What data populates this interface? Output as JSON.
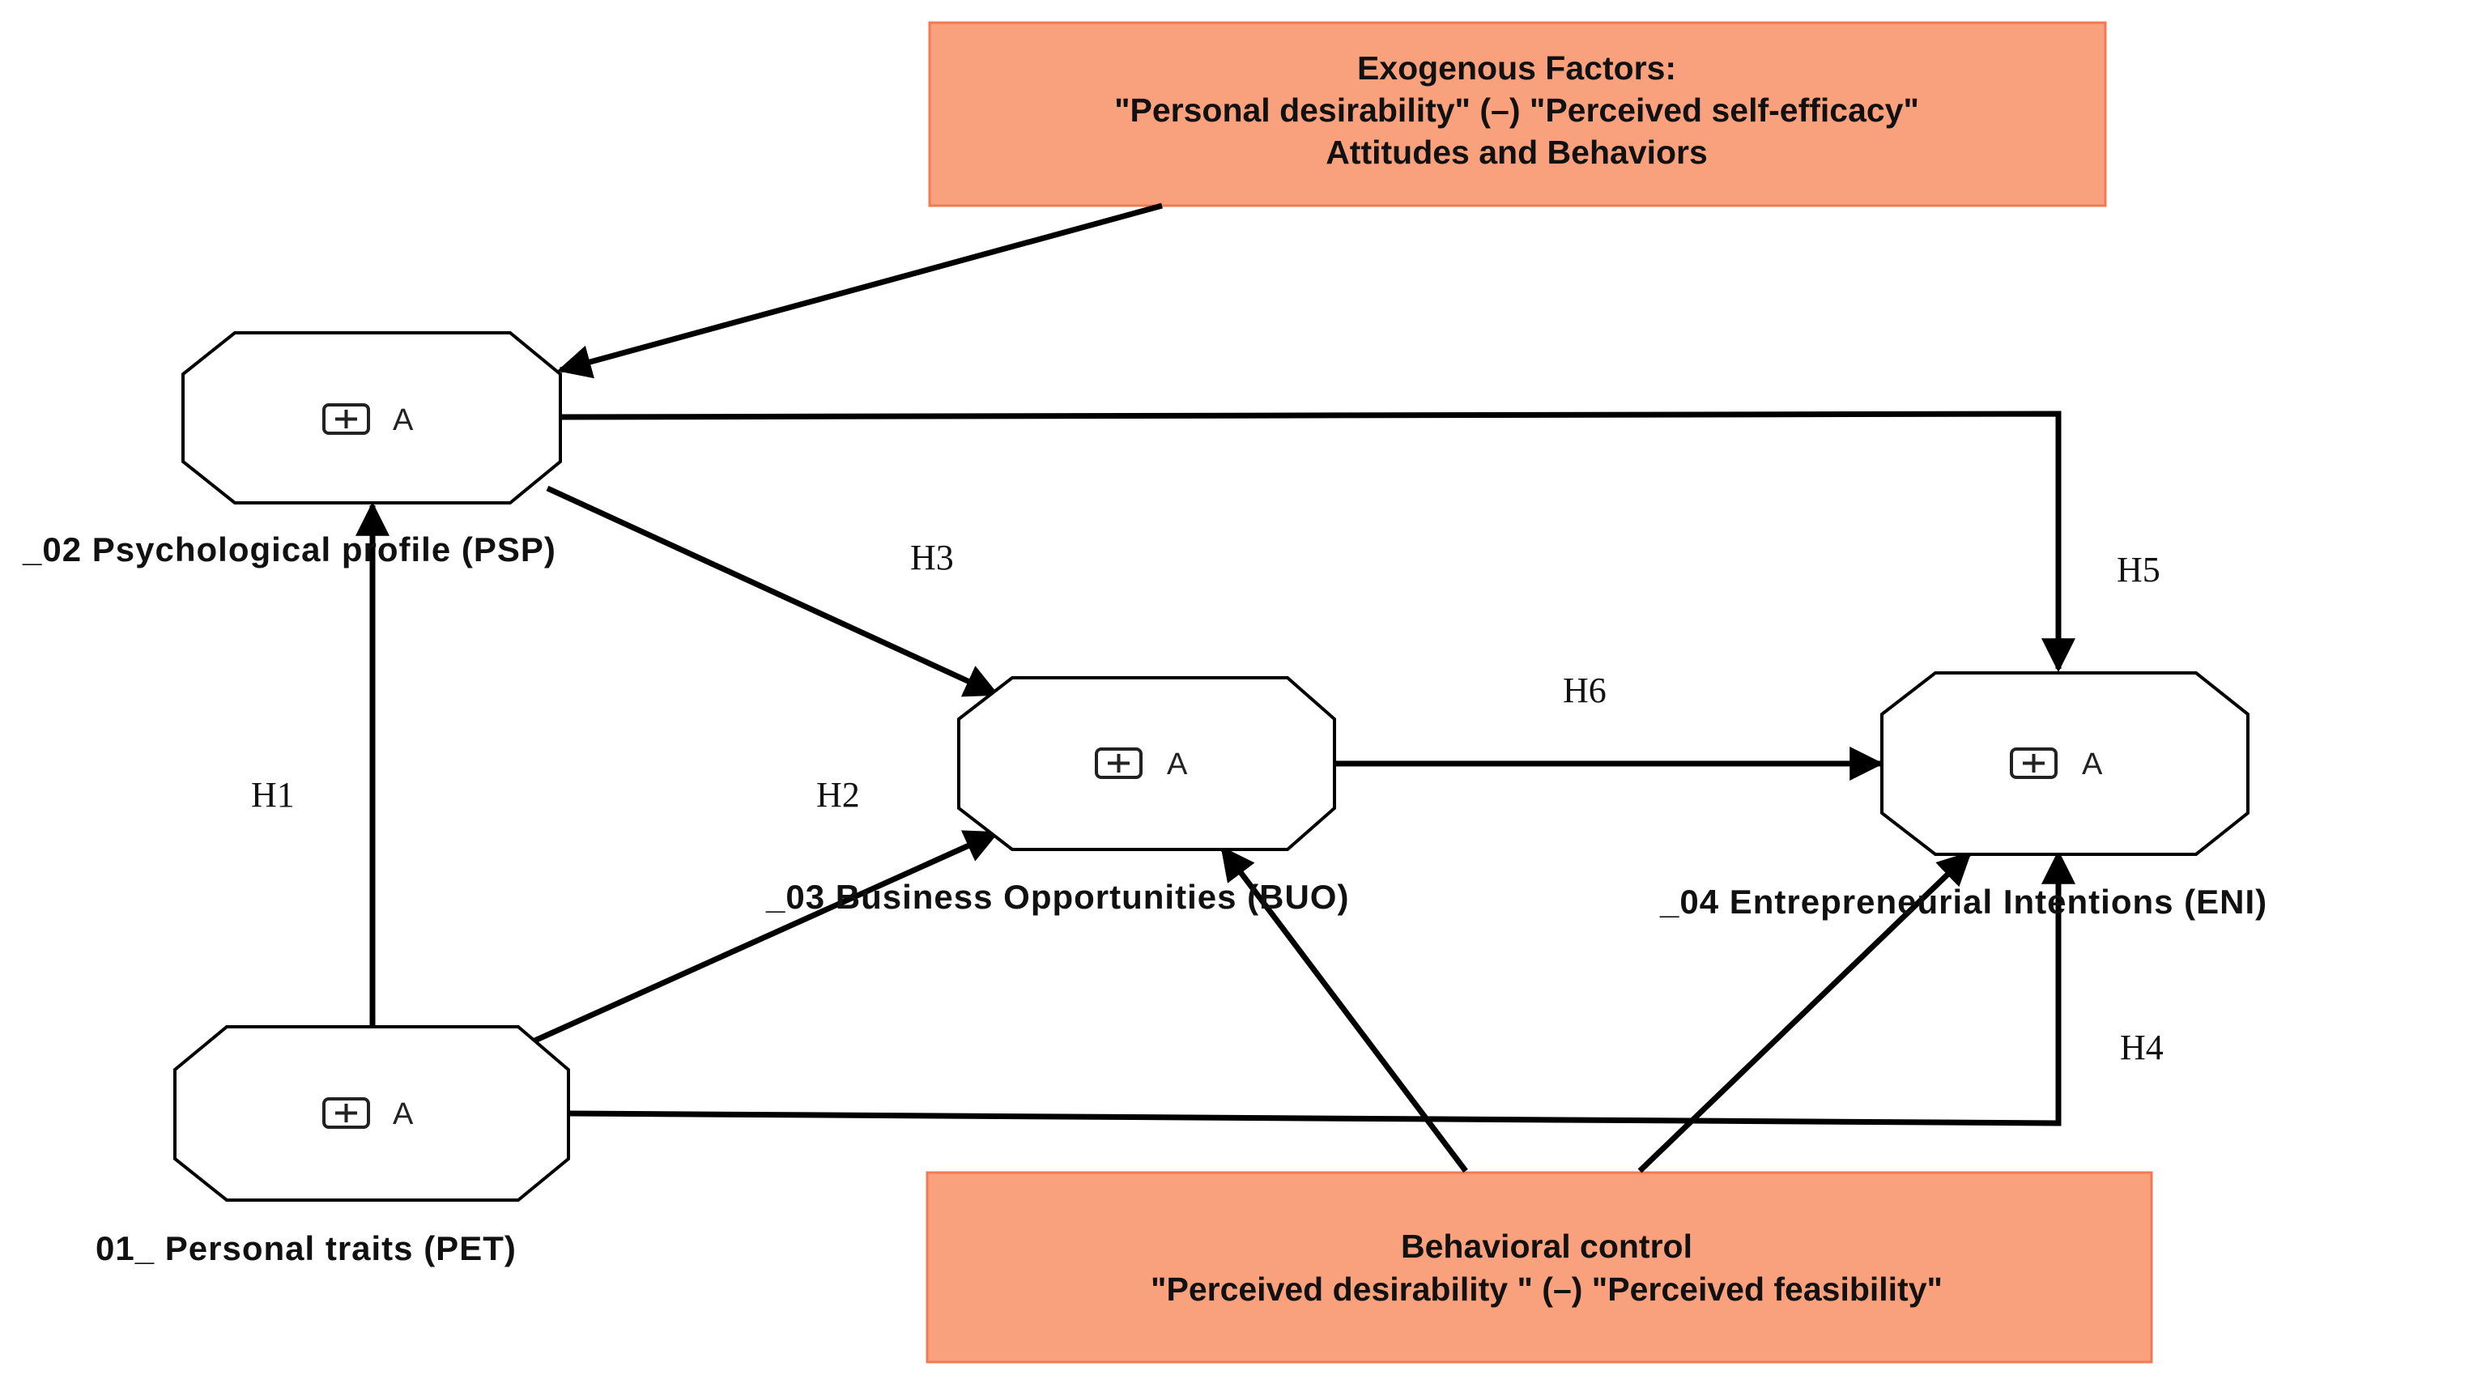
{
  "colors": {
    "factor_box_fill": "#f9a07c",
    "line": "#000000",
    "node_fill": "#ffffff"
  },
  "exogenous_box": {
    "line1": "Exogenous Factors:",
    "line2": "\"Personal desirability\" (–) \"Perceived self-efficacy\"",
    "line3": "Attitudes and Behaviors"
  },
  "behavioral_box": {
    "line1": "Behavioral control",
    "line2": "\"Perceived desirability \" (–) \"Perceived feasibility\""
  },
  "nodes": {
    "psp": {
      "icon": "expand-plus-icon",
      "glyph": "A",
      "label": "_02 Psychological profile (PSP)"
    },
    "buo": {
      "icon": "expand-plus-icon",
      "glyph": "A",
      "label": "_03 Business Opportunities (BUO)"
    },
    "eni": {
      "icon": "expand-plus-icon",
      "glyph": "A",
      "label": "_04 Entrepreneurial Intentions (ENI)"
    },
    "pet": {
      "icon": "expand-plus-icon",
      "glyph": "A",
      "label": "01_ Personal traits (PET)"
    }
  },
  "hypotheses": {
    "h1": "H1",
    "h2": "H2",
    "h3": "H3",
    "h4": "H4",
    "h5": "H5",
    "h6": "H6"
  }
}
